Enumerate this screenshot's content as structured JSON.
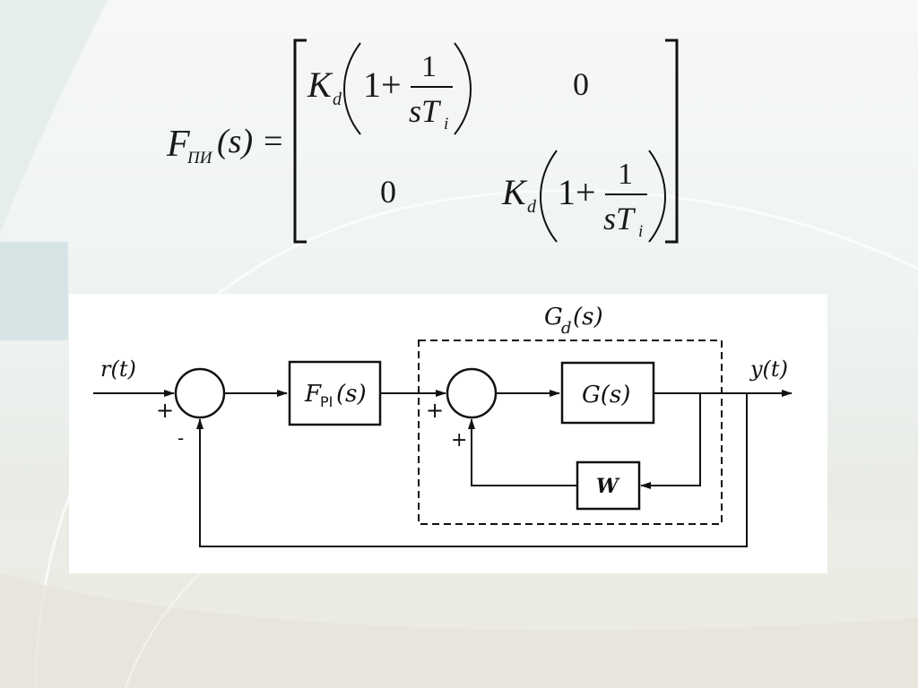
{
  "formula": {
    "lhs_F": "F",
    "lhs_sub": "ПИ",
    "lhs_arg": "(s) =",
    "entry_K": "K",
    "entry_K_sub": "d",
    "entry_one_plus": "1+",
    "entry_numerator": "1",
    "entry_denominator_s": "sT",
    "entry_denominator_sub": "i",
    "zero": "0"
  },
  "diagram": {
    "input_label": "r(t)",
    "output_label": "y(t)",
    "controller_F": "F",
    "controller_sub": "PI",
    "controller_arg": "(s)",
    "plant_label": "G(s)",
    "decoupler_label": "W",
    "group_G": "G",
    "group_sub": "d",
    "group_arg": "(s)",
    "sum1_plus": "+",
    "sum1_minus": "-",
    "sum2_plus_left": "+",
    "sum2_plus_bottom": "+"
  },
  "colors": {
    "ink": "#111111",
    "panel": "#ffffff"
  }
}
